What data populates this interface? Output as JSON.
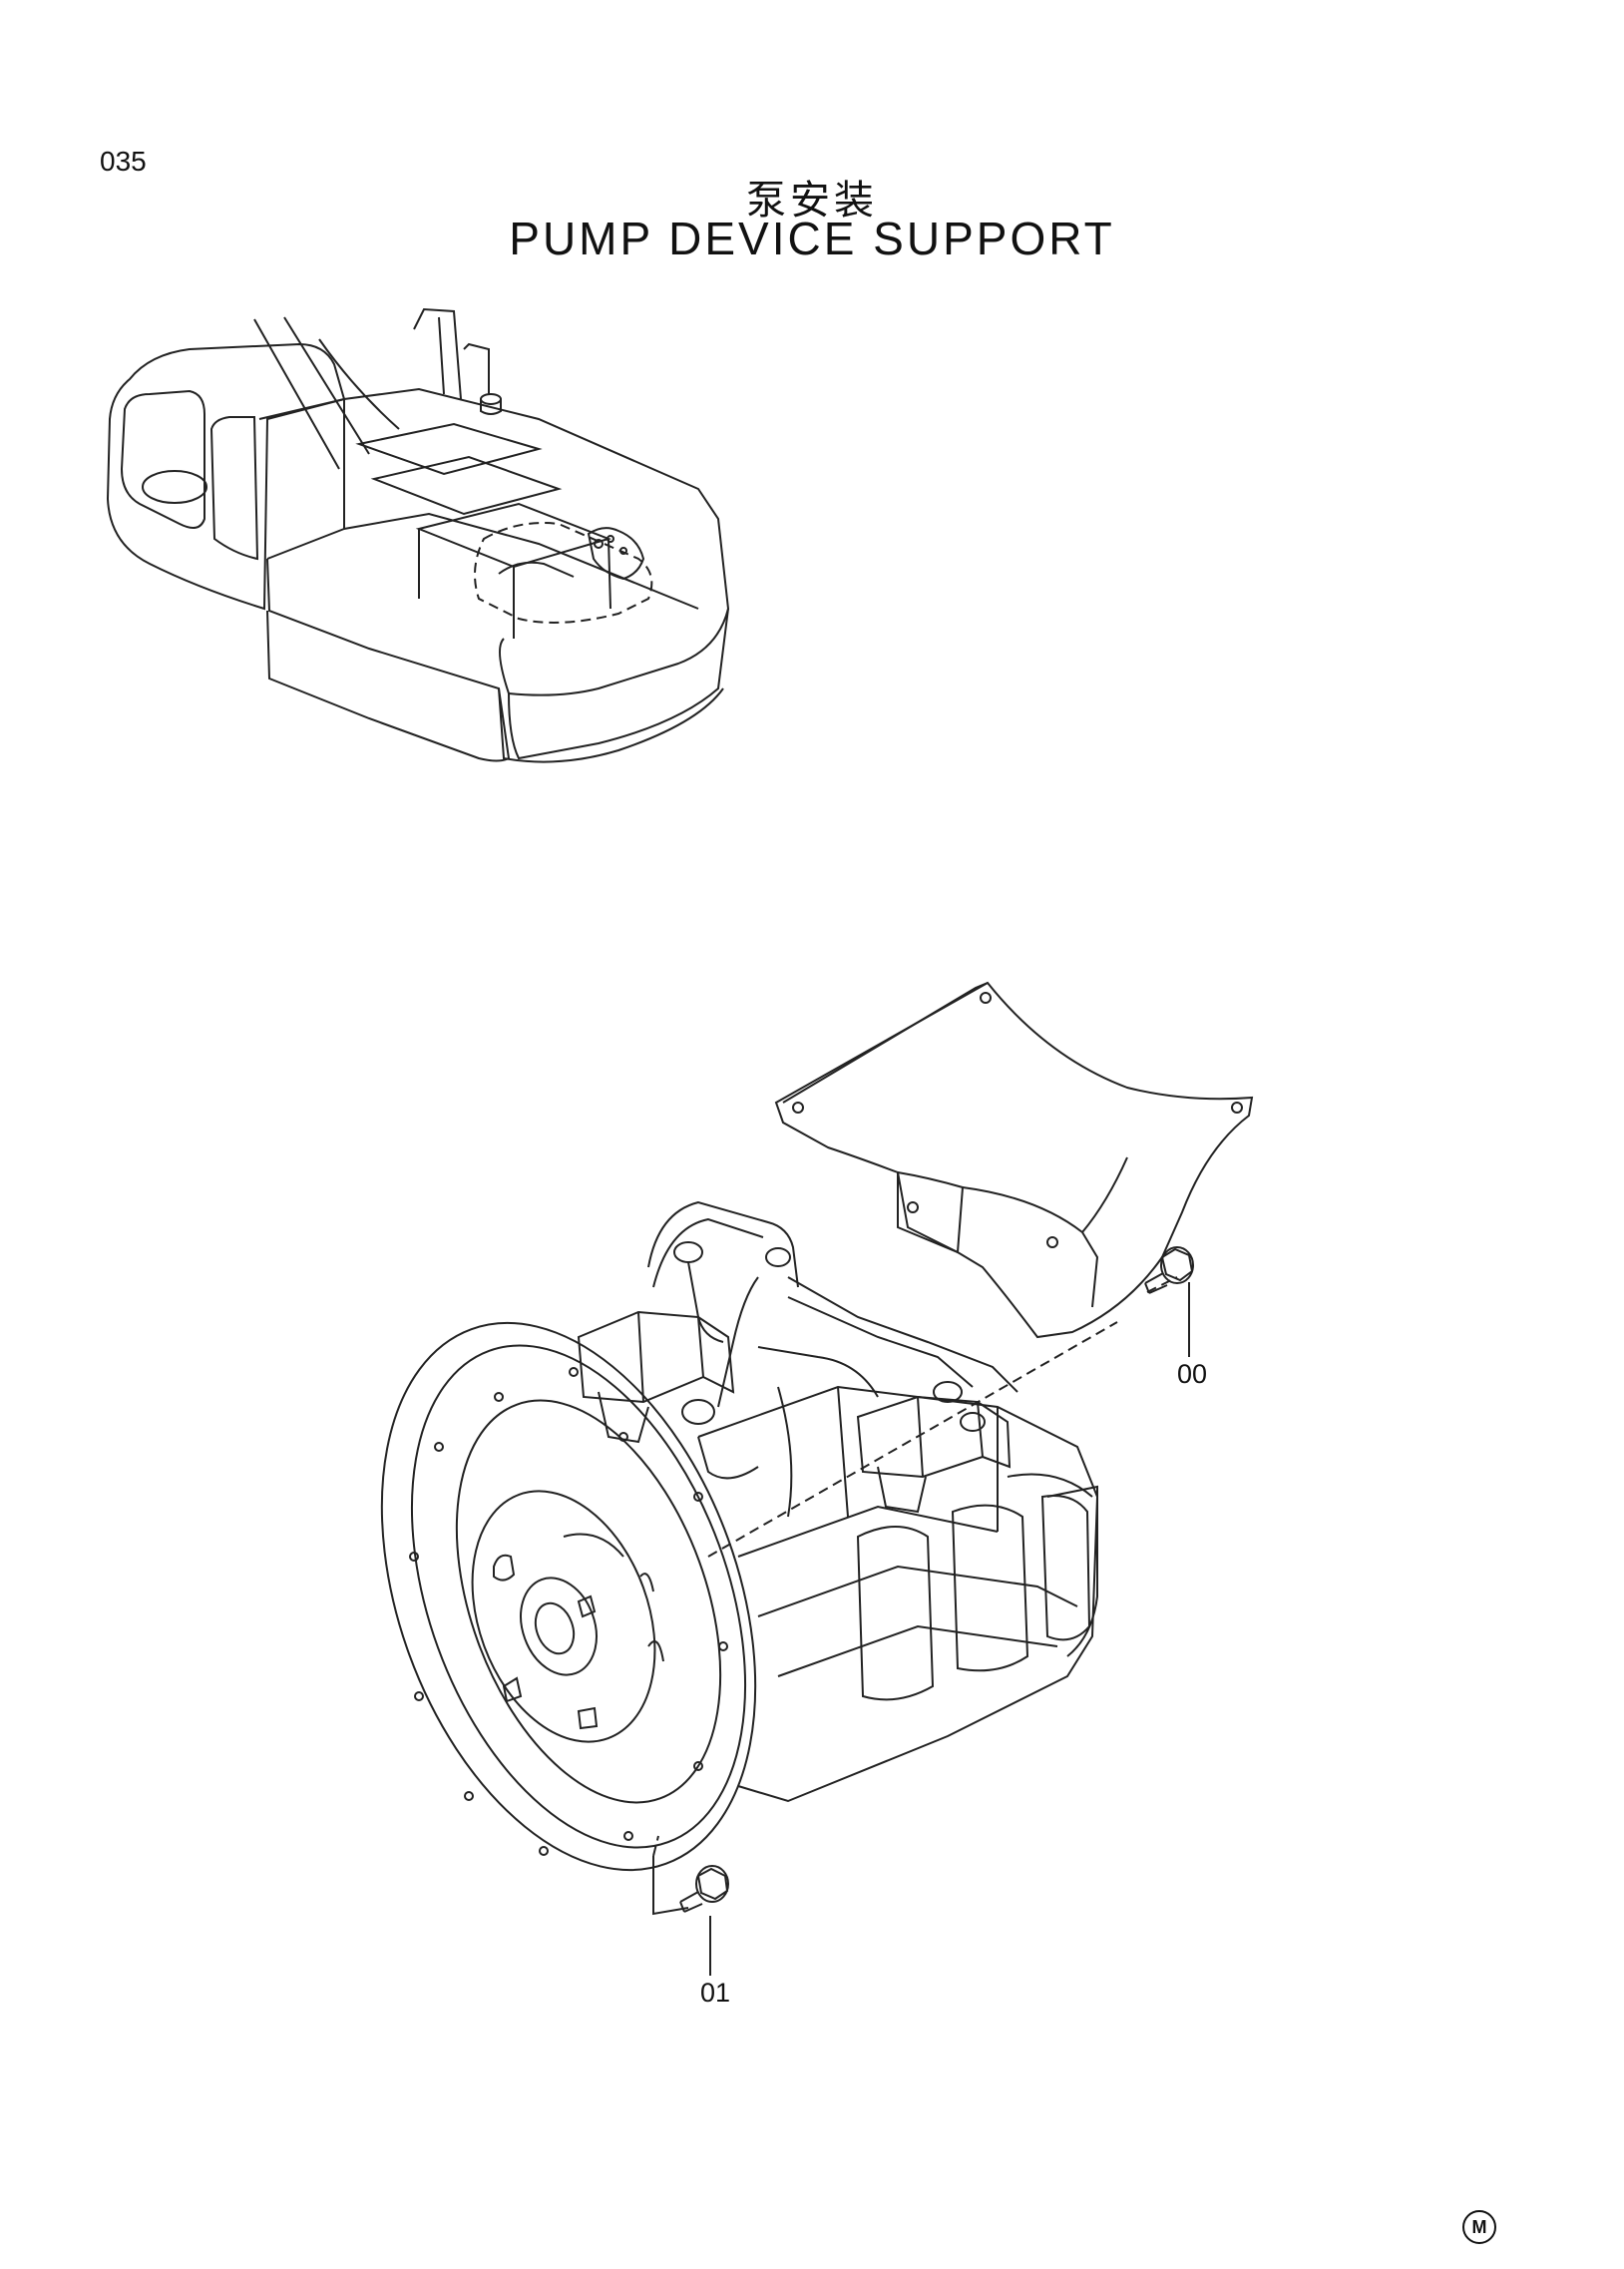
{
  "header": {
    "page_number": "035",
    "title_cn": "泵安装",
    "title_en": "PUMP DEVICE SUPPORT"
  },
  "callouts": {
    "part_00": "00",
    "part_01": "01"
  },
  "footer": {
    "mark": "M"
  }
}
